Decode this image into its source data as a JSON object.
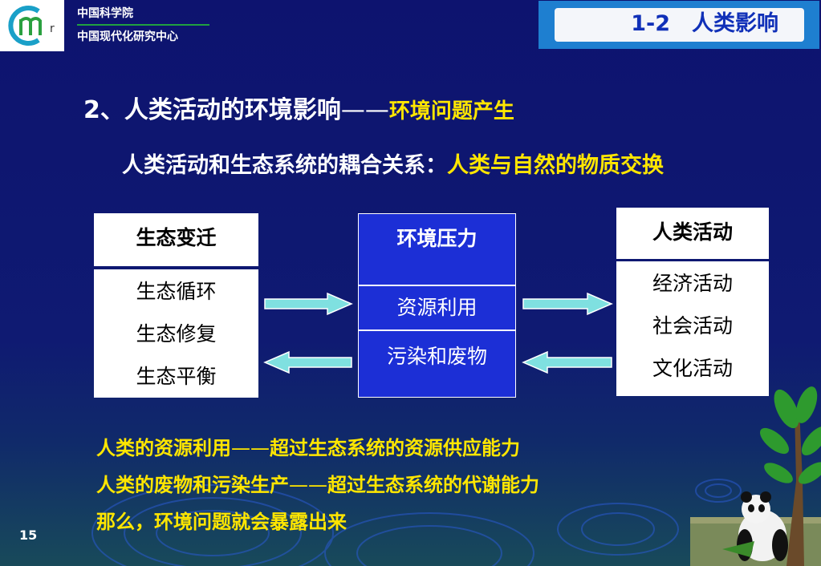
{
  "header": {
    "logo_letter": "r",
    "org_name_1": "中国科学院",
    "org_name_2": "中国现代化研究中心",
    "slide_title": "1-2　人类影响"
  },
  "heading": {
    "main": "2、人类活动的环境影响",
    "dash": "——",
    "highlight": "环境问题产生"
  },
  "subheading": {
    "main": "人类活动和生态系统的耦合关系：",
    "highlight": "人类与自然的物质交换"
  },
  "boxes": {
    "left": {
      "title": "生态变迁",
      "items": [
        "生态循环",
        "生态修复",
        "生态平衡"
      ]
    },
    "middle": {
      "title": "环境压力",
      "items": [
        "资源利用",
        "污染和废物"
      ]
    },
    "right": {
      "title": "人类活动",
      "items": [
        "经济活动",
        "社会活动",
        "文化活动"
      ]
    }
  },
  "bottom": {
    "line1_a": "人类的资源利用",
    "line1_dash": "——",
    "line1_b": "超过生态系统的资源供应能力",
    "line2_a": "人类的废物和污染生产",
    "line2_dash": "——",
    "line2_b": "超过生态系统的代谢能力",
    "line3": "那么，环境问题就会暴露出来"
  },
  "page_number": "15",
  "colors": {
    "background": "#0d136f",
    "highlight": "#ffe600",
    "title_blue": "#1030b8",
    "box_blue": "#1c2fd6",
    "arrow": "#7fe0e0"
  }
}
